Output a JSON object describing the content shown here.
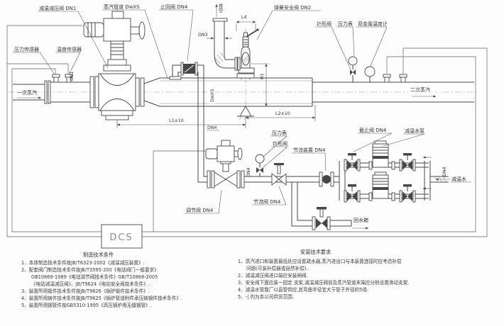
{
  "labels": {
    "reducing_valve": "减温减压阀 DN1",
    "steam_pipe": "蒸汽管道 DwXS",
    "check_valve": "止回阀 DN4",
    "vent": "排空",
    "safety_valve": "弹簧安全阀 DN2",
    "needle_valve": "针形阀",
    "pressure_gauge": "压力表",
    "bimetal_thermometer": "双金属温度计",
    "pressure_sensor": "压力传感器",
    "temperature_sensor": "温度传感器",
    "primary_steam": "一次蒸汽",
    "secondary_steam": "二次蒸汽",
    "throttle_device": "节流装置 DN4",
    "stop_valve": "截止阀 DN4",
    "water_pump": "减温水泵",
    "regulating_valve": "调节阀 DN4",
    "throttle_valve": "节流阀 DN4",
    "return_tank": "回水箱",
    "cooling_water": "减温水",
    "dcs": "DCS"
  },
  "dims": {
    "dn1": "DN1",
    "dn3": "DN3",
    "dn4": "DN4",
    "dwxs": "DwXS",
    "l1": "L1±10",
    "l2": "L2±10",
    "l4": "L4",
    "h1": "H1"
  },
  "notes_left": {
    "title": "制造技术条件",
    "lines": [
      "1、本体制造技术条件按JB/T6323-2002《减温减压装置》.",
      "2、配套阀门制造技术条件按JB/T3595-200《电站阀门一般要求》",
      "GB10869-1989《电站调节阀技术条件》GB/T10868-2005",
      "《电站减温减压阀》、JB/T9624《电站安全阀技术条件》.",
      "3、装置所用锻件技术条件按JB/T9626《锅炉锻件技术条件》.",
      "4、装置所用铸件技术条件按JB/T9625《锅炉管道附件承压铸钢件技术条件》.",
      "5、装置所用钢管件按GB5310-1995《高压锅炉用无缝钢管》."
    ]
  },
  "notes_right": {
    "title": "安装技术要求",
    "lines": [
      "1、蒸汽进口和装置最低处应设置疏水器,蒸汽进出口与本装置连接时应考虑补偿",
      "问题(可装补偿器或自然补偿).",
      "2、减温减压阀进口端应安装闸阀.",
      "3、安全阀下面应装一固定 支架,减温减压阀前及蒸汽管道末端应分别设置滑动支架.",
      "4、减温水管我厂以直管供应,其弯曲半径宜大于管子外径的5倍.",
      "5、-| 内为本公司供货范围."
    ]
  },
  "colors": {
    "line": "#474747",
    "text": "#333333",
    "background": "#ffffff"
  }
}
